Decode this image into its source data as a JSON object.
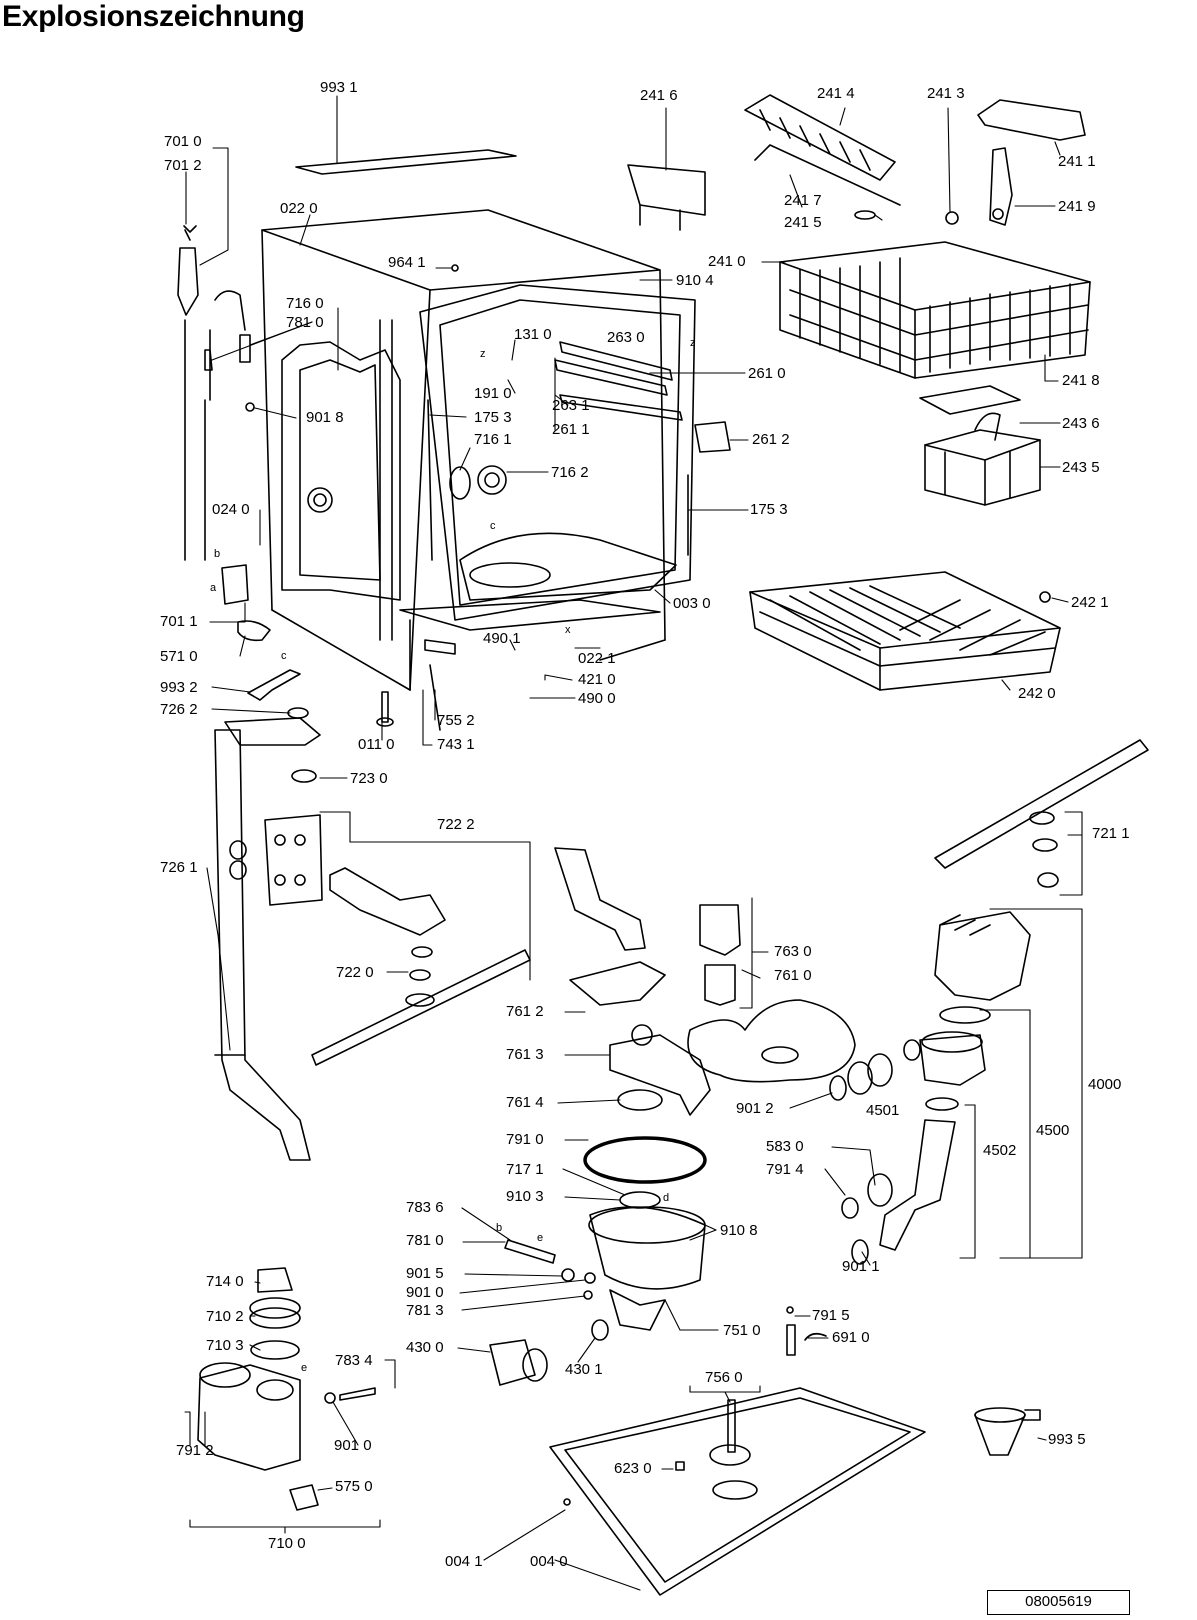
{
  "title": "Explosionszeichnung",
  "document_number": "08005619",
  "parts": [
    {
      "id": "p9931",
      "text": "993 1"
    },
    {
      "id": "p7010",
      "text": "701 0"
    },
    {
      "id": "p7012",
      "text": "701 2"
    },
    {
      "id": "p0220",
      "text": "022 0"
    },
    {
      "id": "p9641",
      "text": "964 1"
    },
    {
      "id": "p9104",
      "text": "910 4"
    },
    {
      "id": "p7160",
      "text": "716 0"
    },
    {
      "id": "p7810a",
      "text": "781 0"
    },
    {
      "id": "p1310",
      "text": "131 0"
    },
    {
      "id": "p2630",
      "text": "263 0"
    },
    {
      "id": "p2610",
      "text": "261 0"
    },
    {
      "id": "p9018",
      "text": "901 8"
    },
    {
      "id": "p1910",
      "text": "191 0"
    },
    {
      "id": "p1753a",
      "text": "175 3"
    },
    {
      "id": "p2631",
      "text": "263 1"
    },
    {
      "id": "p2611",
      "text": "261 1"
    },
    {
      "id": "p7161",
      "text": "716 1"
    },
    {
      "id": "p2612",
      "text": "261 2"
    },
    {
      "id": "p7162",
      "text": "716 2"
    },
    {
      "id": "p0240",
      "text": "024 0"
    },
    {
      "id": "p1753b",
      "text": "175 3"
    },
    {
      "id": "p2416",
      "text": "241 6"
    },
    {
      "id": "p2414",
      "text": "241 4"
    },
    {
      "id": "p2413",
      "text": "241 3"
    },
    {
      "id": "p2411",
      "text": "241 1"
    },
    {
      "id": "p2417",
      "text": "241 7"
    },
    {
      "id": "p2415",
      "text": "241 5"
    },
    {
      "id": "p2419",
      "text": "241 9"
    },
    {
      "id": "p2410",
      "text": "241 0"
    },
    {
      "id": "p2418",
      "text": "241 8"
    },
    {
      "id": "p2436",
      "text": "243 6"
    },
    {
      "id": "p2435",
      "text": "243 5"
    },
    {
      "id": "p7011",
      "text": "701 1"
    },
    {
      "id": "p0030",
      "text": "003 0"
    },
    {
      "id": "p2421",
      "text": "242 1"
    },
    {
      "id": "p5710",
      "text": "571 0"
    },
    {
      "id": "p4901",
      "text": "490 1"
    },
    {
      "id": "p0221",
      "text": "022 1"
    },
    {
      "id": "p4210",
      "text": "421 0"
    },
    {
      "id": "p9932",
      "text": "993 2"
    },
    {
      "id": "p4900",
      "text": "490 0"
    },
    {
      "id": "p2420",
      "text": "242 0"
    },
    {
      "id": "p7262",
      "text": "726 2"
    },
    {
      "id": "p7552",
      "text": "755 2"
    },
    {
      "id": "p0110",
      "text": "011 0"
    },
    {
      "id": "p7431",
      "text": "743 1"
    },
    {
      "id": "p7230",
      "text": "723 0"
    },
    {
      "id": "p7222",
      "text": "722 2"
    },
    {
      "id": "p7211",
      "text": "721 1"
    },
    {
      "id": "p7261",
      "text": "726 1"
    },
    {
      "id": "p7630",
      "text": "763 0"
    },
    {
      "id": "p7610",
      "text": "761 0"
    },
    {
      "id": "p7220",
      "text": "722 0"
    },
    {
      "id": "p7612",
      "text": "761 2"
    },
    {
      "id": "p7613",
      "text": "761 3"
    },
    {
      "id": "p4000",
      "text": "4000"
    },
    {
      "id": "p9012",
      "text": "901 2"
    },
    {
      "id": "p4501",
      "text": "4501"
    },
    {
      "id": "p7614",
      "text": "761 4"
    },
    {
      "id": "p4500",
      "text": "4500"
    },
    {
      "id": "p7910",
      "text": "791 0"
    },
    {
      "id": "p5830",
      "text": "583 0"
    },
    {
      "id": "p4502",
      "text": "4502"
    },
    {
      "id": "p7171",
      "text": "717 1"
    },
    {
      "id": "p7914",
      "text": "791 4"
    },
    {
      "id": "p9103",
      "text": "910 3"
    },
    {
      "id": "p7836",
      "text": "783 6"
    },
    {
      "id": "p9108",
      "text": "910 8"
    },
    {
      "id": "p7810b",
      "text": "781 0"
    },
    {
      "id": "p7140",
      "text": "714 0"
    },
    {
      "id": "p9015",
      "text": "901 5"
    },
    {
      "id": "p9011",
      "text": "901 1"
    },
    {
      "id": "p7102",
      "text": "710 2"
    },
    {
      "id": "p9010a",
      "text": "901 0"
    },
    {
      "id": "p7813",
      "text": "781 3"
    },
    {
      "id": "p7915",
      "text": "791 5"
    },
    {
      "id": "p7510",
      "text": "751 0"
    },
    {
      "id": "p6910",
      "text": "691 0"
    },
    {
      "id": "p7103",
      "text": "710 3"
    },
    {
      "id": "p4300",
      "text": "430 0"
    },
    {
      "id": "p4301",
      "text": "430 1"
    },
    {
      "id": "p7834",
      "text": "783 4"
    },
    {
      "id": "p7560",
      "text": "756 0"
    },
    {
      "id": "p9010b",
      "text": "901 0"
    },
    {
      "id": "p7912",
      "text": "791 2"
    },
    {
      "id": "p6230",
      "text": "623 0"
    },
    {
      "id": "p9935",
      "text": "993 5"
    },
    {
      "id": "p5750",
      "text": "575 0"
    },
    {
      "id": "p7100",
      "text": "710 0"
    },
    {
      "id": "p0041",
      "text": "004 1"
    },
    {
      "id": "p0040",
      "text": "004 0"
    }
  ],
  "markers": [
    "a",
    "b",
    "c",
    "c",
    "d",
    "e",
    "e",
    "b",
    "x",
    "z",
    "z"
  ]
}
